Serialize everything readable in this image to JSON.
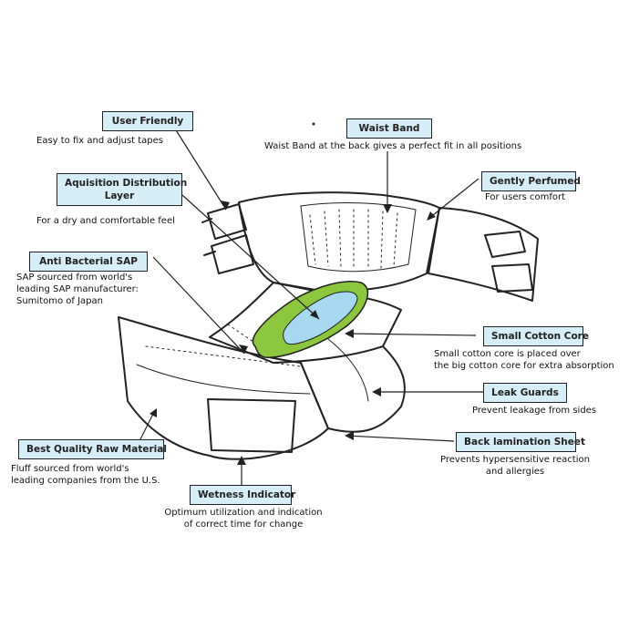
{
  "callouts": {
    "user_friendly": {
      "title": "User Friendly",
      "lines": [
        "Easy to fix and adjust tapes"
      ]
    },
    "acquisition": {
      "title_lines": [
        "Aquisition Distribution",
        "Layer"
      ],
      "lines": [
        "For a dry and comfortable feel"
      ]
    },
    "anti_bacterial": {
      "title": "Anti Bacterial SAP",
      "lines": [
        "SAP sourced from world's",
        "leading SAP manufacturer:",
        "Sumitomo of Japan"
      ]
    },
    "best_quality": {
      "title": "Best Quality Raw Material",
      "lines": [
        "Fluff sourced from world's",
        "leading companies from the U.S."
      ]
    },
    "wetness": {
      "title": "Wetness Indicator",
      "lines": [
        "Optimum utilization and indication",
        "of correct time for change"
      ]
    },
    "waist_band": {
      "title": "Waist Band",
      "lines": [
        "Waist Band at the back gives a perfect fit in all positions"
      ]
    },
    "gently_perfumed": {
      "title": "Gently Perfumed",
      "lines": [
        "For users comfort"
      ]
    },
    "small_cotton_core": {
      "title": "Small Cotton Core",
      "lines": [
        "Small cotton core is placed over",
        "the big cotton core for extra absorption"
      ]
    },
    "leak_guards": {
      "title": "Leak Guards",
      "lines": [
        "Prevent leakage from sides"
      ]
    },
    "back_lamination": {
      "title": "Back lamination Sheet",
      "lines": [
        "Prevents hypersensitive reaction",
        "and allergies"
      ]
    }
  },
  "colors": {
    "label_bg": "#d6eef8",
    "core_green": "#8cc63f",
    "core_blue": "#a8d8f0",
    "outline": "#222222"
  }
}
